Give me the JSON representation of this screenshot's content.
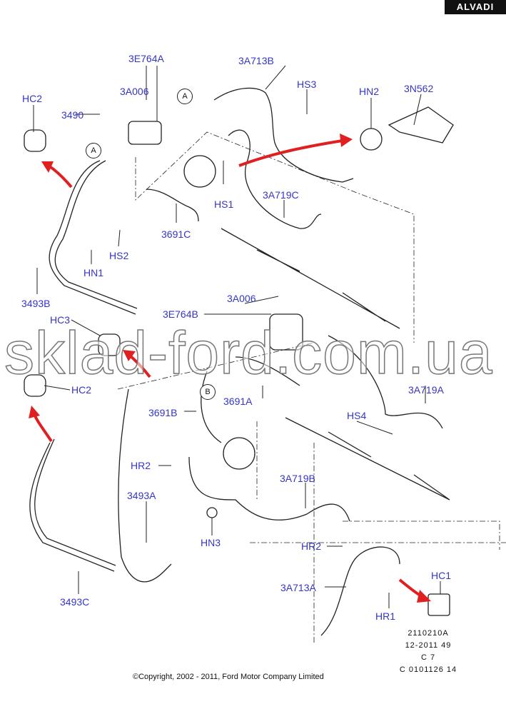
{
  "brand": "ALVADI",
  "watermark": "sklad-ford.com.ua",
  "labels": {
    "l3E764A": "3E764A",
    "l3A713B": "3A713B",
    "HS3": "HS3",
    "HN2": "HN2",
    "l3N562": "3N562",
    "HC2a": "HC2",
    "l3A006a": "3A006",
    "l3490": "3490",
    "HS1": "HS1",
    "l3A719C": "3A719C",
    "l3691C": "3691C",
    "HS2": "HS2",
    "HN1": "HN1",
    "l3493B": "3493B",
    "l3E764B": "3E764B",
    "l3A006b": "3A006",
    "HC3": "HC3",
    "HC2b": "HC2",
    "l3A719A": "3A719A",
    "l3691B": "3691B",
    "l3691A": "3691A",
    "HS4": "HS4",
    "HR2a": "HR2",
    "l3A719B": "3A719B",
    "l3493A": "3493A",
    "HN3": "HN3",
    "HR2b": "HR2",
    "HC1": "HC1",
    "l3A713A": "3A713A",
    "l3493C": "3493C",
    "HR1": "HR1"
  },
  "callouts": {
    "a1": "A",
    "a2": "A",
    "b1": "B"
  },
  "codes": [
    "2110210A",
    "12-2011 49",
    "C 7",
    "C 0101126 14"
  ],
  "copyright": "©Copyright, 2002 - 2011, Ford Motor Company Limited",
  "colors": {
    "label": "#3535c8",
    "arrow": "#e02020"
  }
}
